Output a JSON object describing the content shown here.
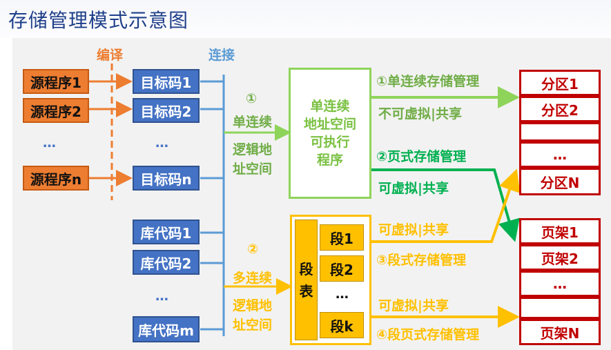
{
  "title": "存储管理模式示意图",
  "labels": {
    "compile": "编译",
    "link": "连接"
  },
  "sources": [
    "源程序1",
    "源程序2",
    "…",
    "源程序n"
  ],
  "targets": [
    "目标码1",
    "目标码2",
    "…",
    "目标码n"
  ],
  "libs": [
    "库代码1",
    "库代码2",
    "…",
    "库代码m"
  ],
  "single": {
    "num": "①",
    "line1": "单连续",
    "line2": "逻辑地",
    "line3": "址空间"
  },
  "multi": {
    "num": "②",
    "line1": "多连续",
    "line2": "逻辑地",
    "line3": "址空间"
  },
  "exec_box": {
    "line1": "单连续",
    "line2": "地址空间",
    "line3": "可执行",
    "line4": "程序"
  },
  "segtable": {
    "header1": "段",
    "header2": "表",
    "rows": [
      "段1",
      "段2",
      "…",
      "段k"
    ]
  },
  "modes": {
    "m1": "①单连续存储管理",
    "m1_note": "不可虚拟|共享",
    "m2": "②页式存储管理",
    "m2_note": "可虚拟|共享",
    "m3_note": "可虚拟|共享",
    "m3": "③段式存储管理",
    "m4_note": "可虚拟|共享",
    "m4": "④段页式存储管理"
  },
  "partitions": [
    "分区1",
    "分区2",
    "…",
    "分区N"
  ],
  "frames": [
    "页架1",
    "页架2",
    "…",
    "页架N"
  ],
  "colors": {
    "orange": "#ed7d31",
    "blue": "#4472c4",
    "light_blue": "#5b9bd5",
    "green": "#70ad47",
    "bright_green": "#00b050",
    "yellow": "#ffc000",
    "red": "#c00000"
  }
}
